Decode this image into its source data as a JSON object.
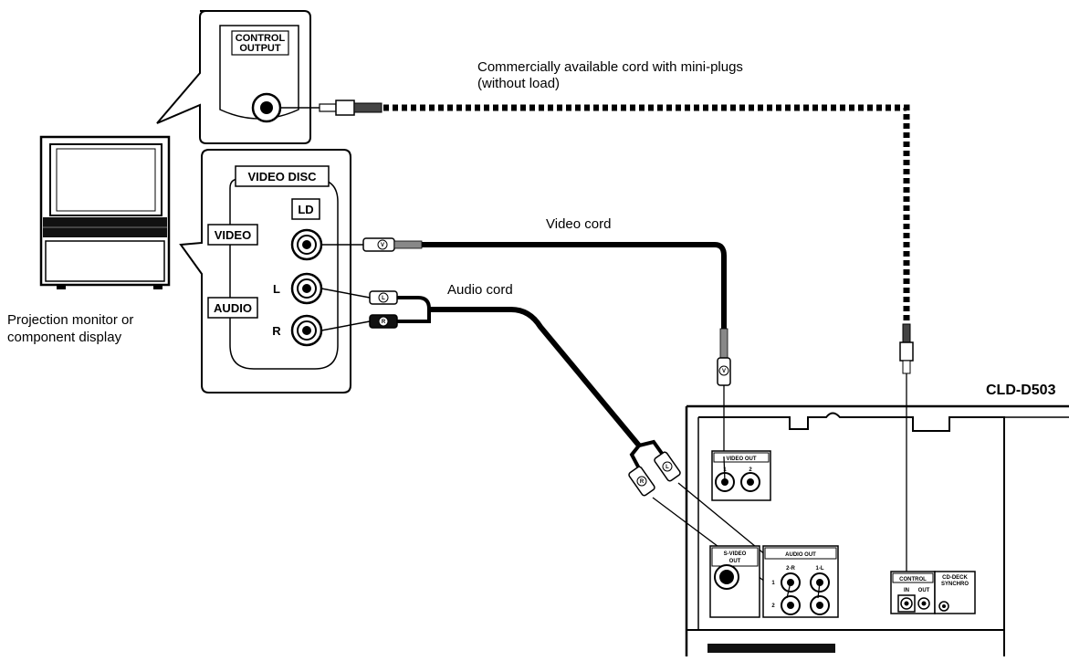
{
  "diagram": {
    "monitor_caption_line1": "Projection monitor or",
    "monitor_caption_line2": "component display",
    "control_output_line1": "CONTROL",
    "control_output_line2": "OUTPUT",
    "video_disc_label": "VIDEO DISC",
    "ld_label": "LD",
    "video_label": "VIDEO",
    "audio_label": "AUDIO",
    "l_label": "L",
    "r_label": "R",
    "mini_plug_cord_line1": "Commercially available cord with mini-plugs",
    "mini_plug_cord_line2": "(without load)",
    "video_cord": "Video cord",
    "audio_cord": "Audio cord",
    "player_model": "CLD-D503",
    "player_panel": {
      "video_out": "VIDEO OUT",
      "video_out_1": "1",
      "video_out_2": "2",
      "s_video_out_line1": "S-VIDEO",
      "s_video_out_line2": "OUT",
      "audio_out": "AUDIO OUT",
      "audio_2r": "2-R",
      "audio_1l": "1-L",
      "audio_row1": "1",
      "audio_row2": "2",
      "control": "CONTROL",
      "control_in": "IN",
      "control_out": "OUT",
      "cd_deck_line1": "CD-DECK",
      "cd_deck_line2": "SYNCHRO"
    },
    "plug_v": "V",
    "plug_l": "L",
    "plug_r": "R"
  }
}
